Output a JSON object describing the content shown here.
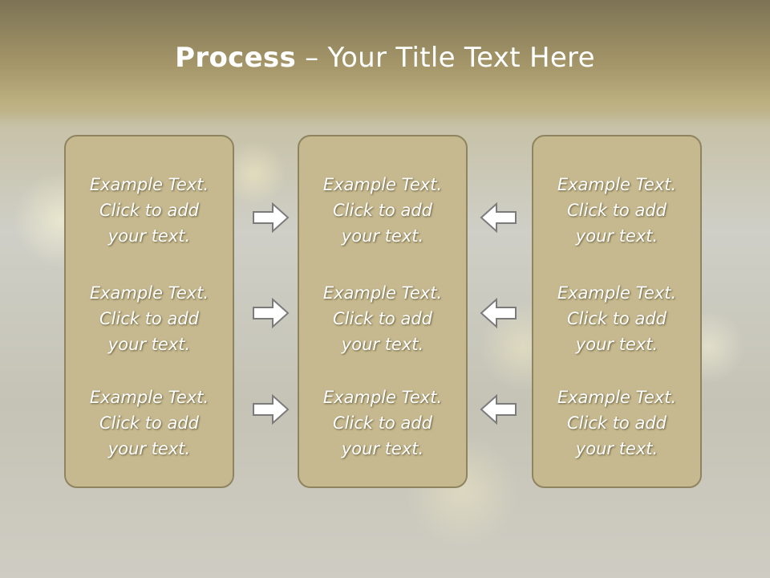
{
  "title": {
    "bold": "Process",
    "rest": " – Your Title Text Here"
  },
  "columns": [
    {
      "items": [
        [
          "Example Text.",
          "Click  to add",
          "your text."
        ],
        [
          "Example Text.",
          "Click  to add",
          "your text."
        ],
        [
          "Example Text.",
          "Click  to add",
          "your text."
        ]
      ]
    },
    {
      "items": [
        [
          "Example Text.",
          "Click  to add",
          "your text."
        ],
        [
          "Example Text.",
          "Click  to add",
          "your text."
        ],
        [
          "Example Text.",
          "Click  to add",
          "your text."
        ]
      ]
    },
    {
      "items": [
        [
          "Example Text.",
          "Click  to add",
          "your text."
        ],
        [
          "Example Text.",
          "Click  to add",
          "your text."
        ],
        [
          "Example Text.",
          "Click  to add",
          "your text."
        ]
      ]
    }
  ],
  "arrows": {
    "left_column": "right-arrow-icon",
    "right_column": "left-arrow-icon"
  },
  "colors": {
    "panel_fill": "#c6b98f",
    "panel_border": "#8e845f",
    "title": "#ffffff",
    "text": "#ffffff"
  }
}
